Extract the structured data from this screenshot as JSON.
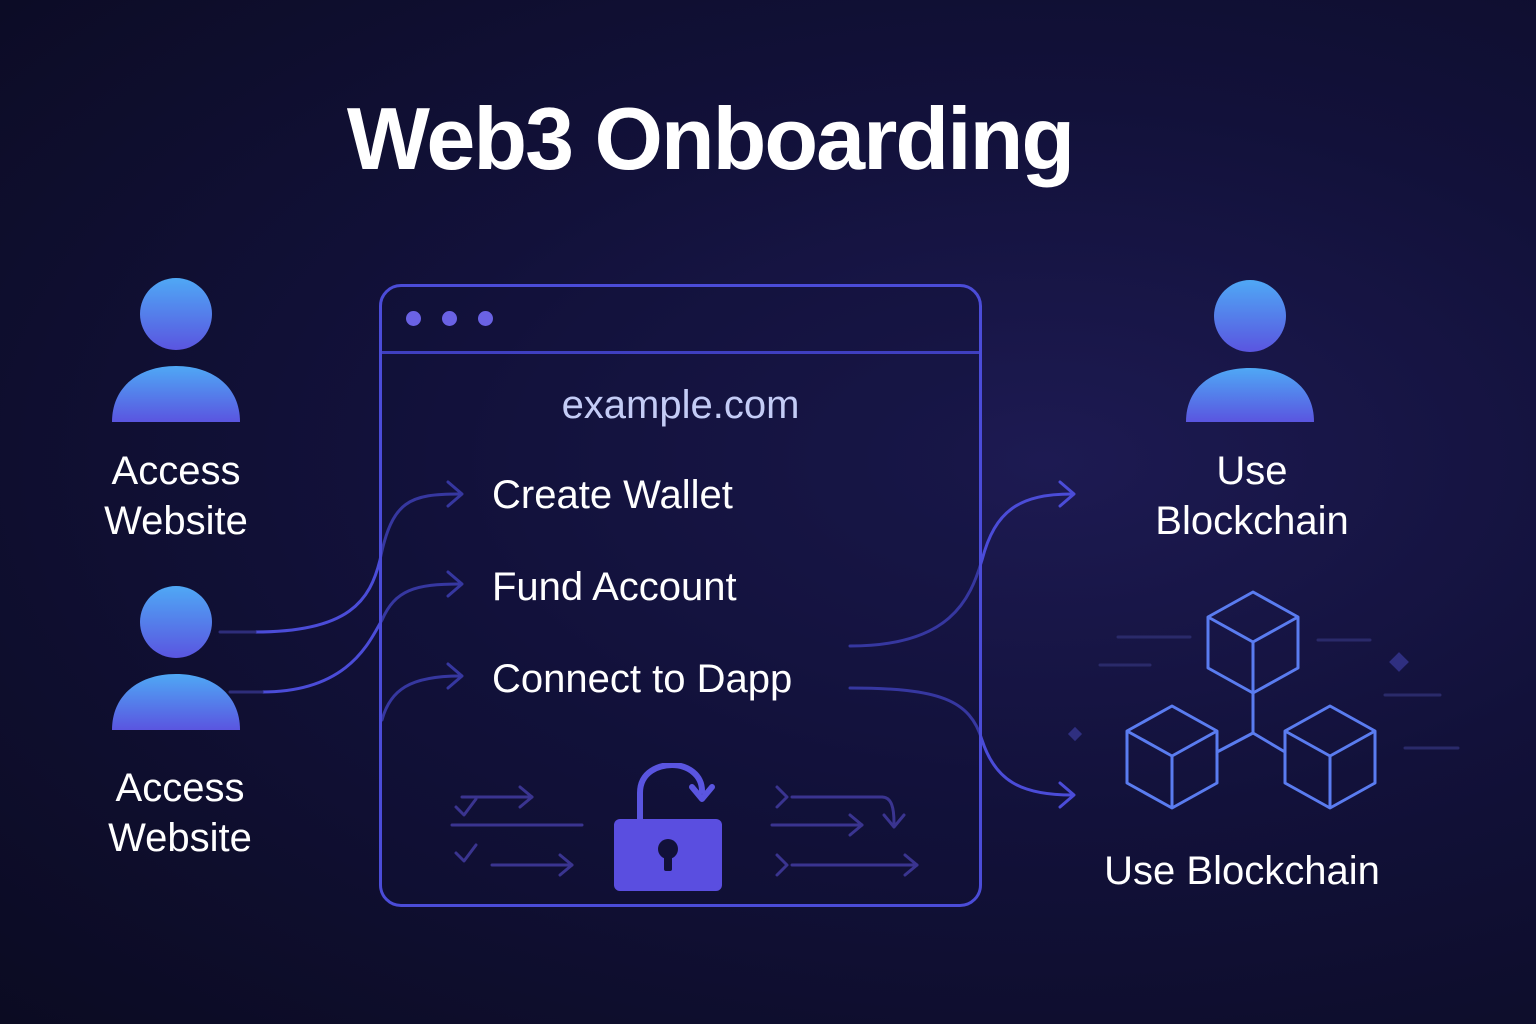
{
  "title": "Web3 Onboarding",
  "left_users": [
    {
      "label_line1": "Access",
      "label_line2": "Website",
      "icon": "user-icon"
    },
    {
      "label_line1": "Access",
      "label_line2": "Website",
      "icon": "user-icon"
    }
  ],
  "browser": {
    "url": "example.com",
    "steps": [
      "Create Wallet",
      "Fund Account",
      "Connect to Dapp"
    ],
    "lock_icon": "lock-icon"
  },
  "right": {
    "user_label_line1": "Use",
    "user_label_line2": "Blockchain",
    "blockchain_label": "Use Blockchain",
    "blockchain_icon": "blockchain-cubes-icon"
  },
  "colors": {
    "accent": "#4b4cd8",
    "user_gradient_top": "#4fa8f5",
    "user_gradient_bottom": "#5a55e0",
    "background": "#12113a"
  }
}
